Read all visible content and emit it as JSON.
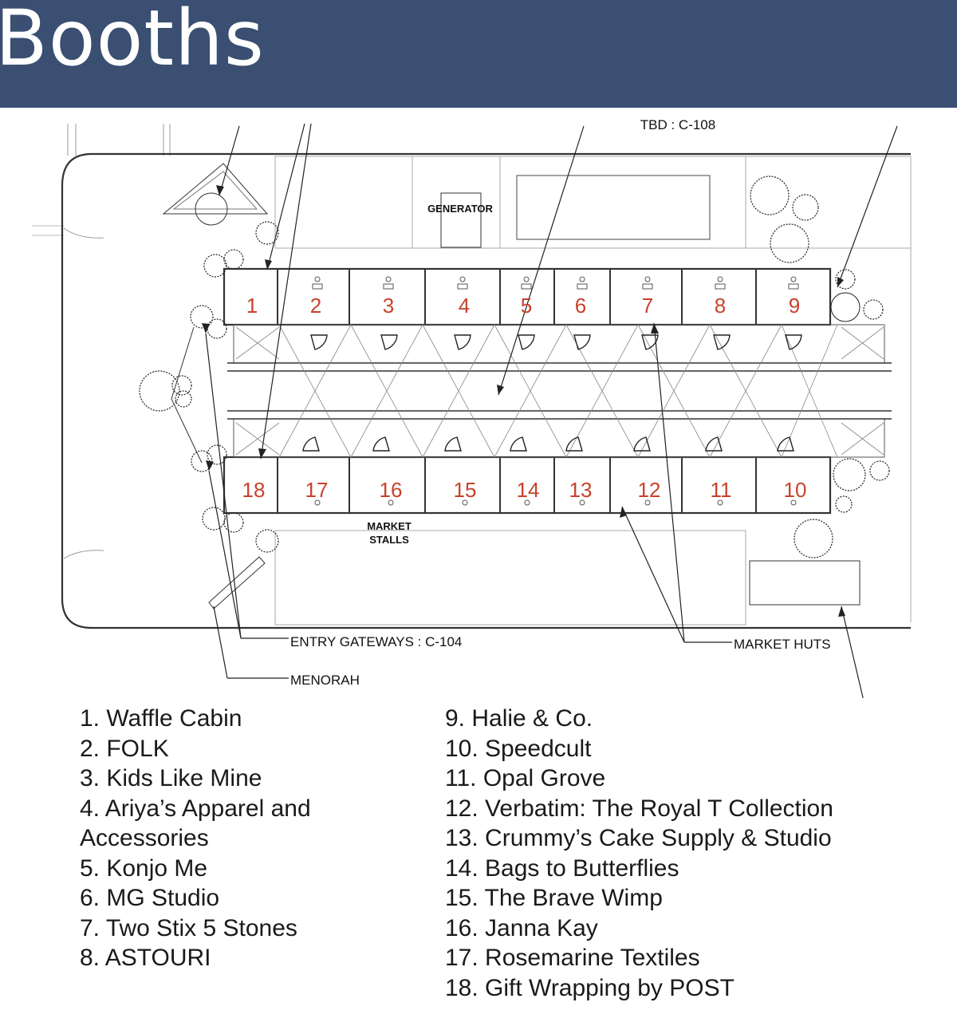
{
  "header": {
    "title": "Booths"
  },
  "plan": {
    "top_label": "TBD : C-108",
    "generator_label": "GENERATOR",
    "market_stalls_label": [
      "MARKET",
      "STALLS"
    ],
    "entry_gateways_label": "ENTRY GATEWAYS : C-104",
    "market_huts_label": "MARKET HUTS",
    "menorah_label": "MENORAH",
    "top_booth_numbers": [
      "1",
      "2",
      "3",
      "4",
      "5",
      "6",
      "7",
      "8",
      "9"
    ],
    "bottom_booth_numbers": [
      "18",
      "17",
      "16",
      "15",
      "14",
      "13",
      "12",
      "11",
      "10"
    ]
  },
  "colors": {
    "header_bg": "#3a4f71",
    "booth_number": "#c8422b"
  },
  "legend": {
    "left": [
      "1. Waffle Cabin",
      "2. FOLK",
      "3. Kids Like Mine",
      "4. Ariya’s Apparel and",
      "Accessories",
      "5. Konjo Me",
      "6. MG Studio",
      "7. Two Stix 5 Stones",
      "8. ASTOURI"
    ],
    "right": [
      "9. Halie & Co.",
      "10. Speedcult",
      "11. Opal Grove",
      "12. Verbatim: The Royal T Collection",
      "13. Crummy’s Cake Supply & Studio",
      "14. Bags to Butterflies",
      "15. The Brave Wimp",
      "16. Janna Kay",
      "17. Rosemarine Textiles",
      "18. Gift Wrapping by POST"
    ]
  }
}
